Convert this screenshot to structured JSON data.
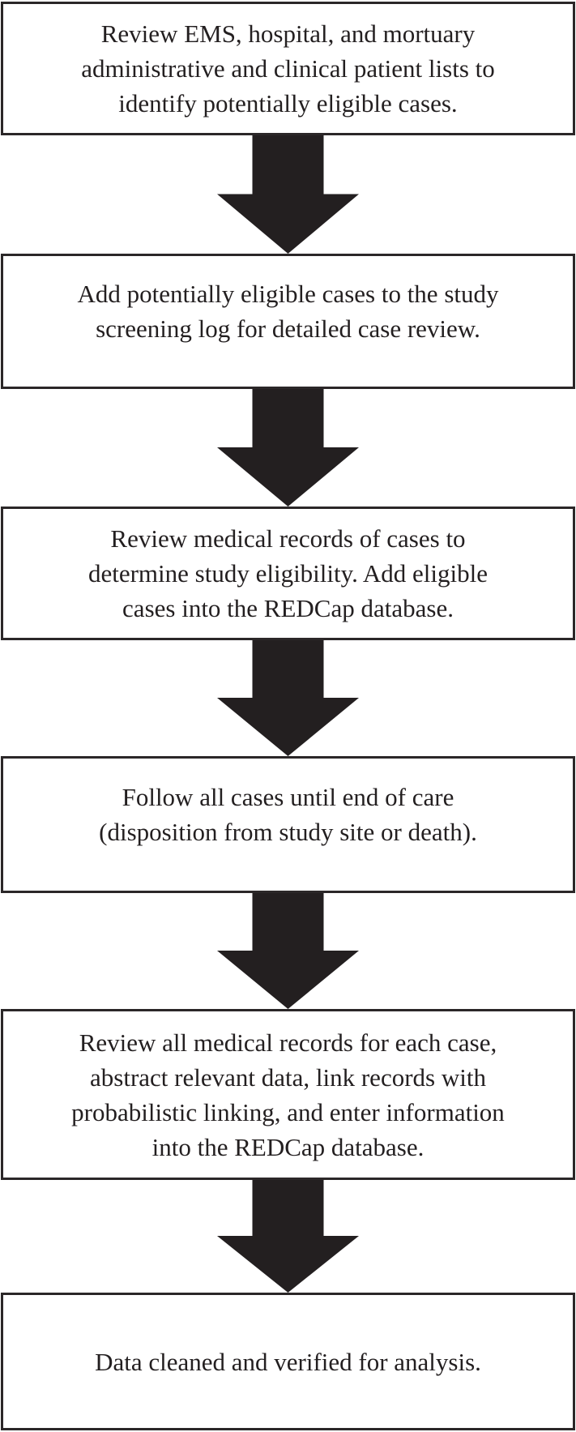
{
  "figure": {
    "type": "flowchart",
    "background_color": "#ffffff",
    "box_border_color": "#2b2728",
    "text_color": "#231f20",
    "arrow_color": "#231f20",
    "arrow_icon": "down-arrow",
    "steps": [
      {
        "text": "Review EMS, hospital, and mortuary\nadministrative and clinical patient lists to\nidentify potentially eligible cases."
      },
      {
        "text": "Add potentially eligible cases to the study\nscreening log for detailed case review."
      },
      {
        "text": "Review medical records of cases to\ndetermine study eligibility. Add eligible\ncases into the REDCap database."
      },
      {
        "text": "Follow all cases until end of care\n(disposition from study site or death)."
      },
      {
        "text": "Review all medical records for each case,\nabstract relevant data, link records with\nprobabilistic linking, and enter information\ninto the REDCap database."
      },
      {
        "text": "Data cleaned and verified for analysis."
      }
    ]
  }
}
